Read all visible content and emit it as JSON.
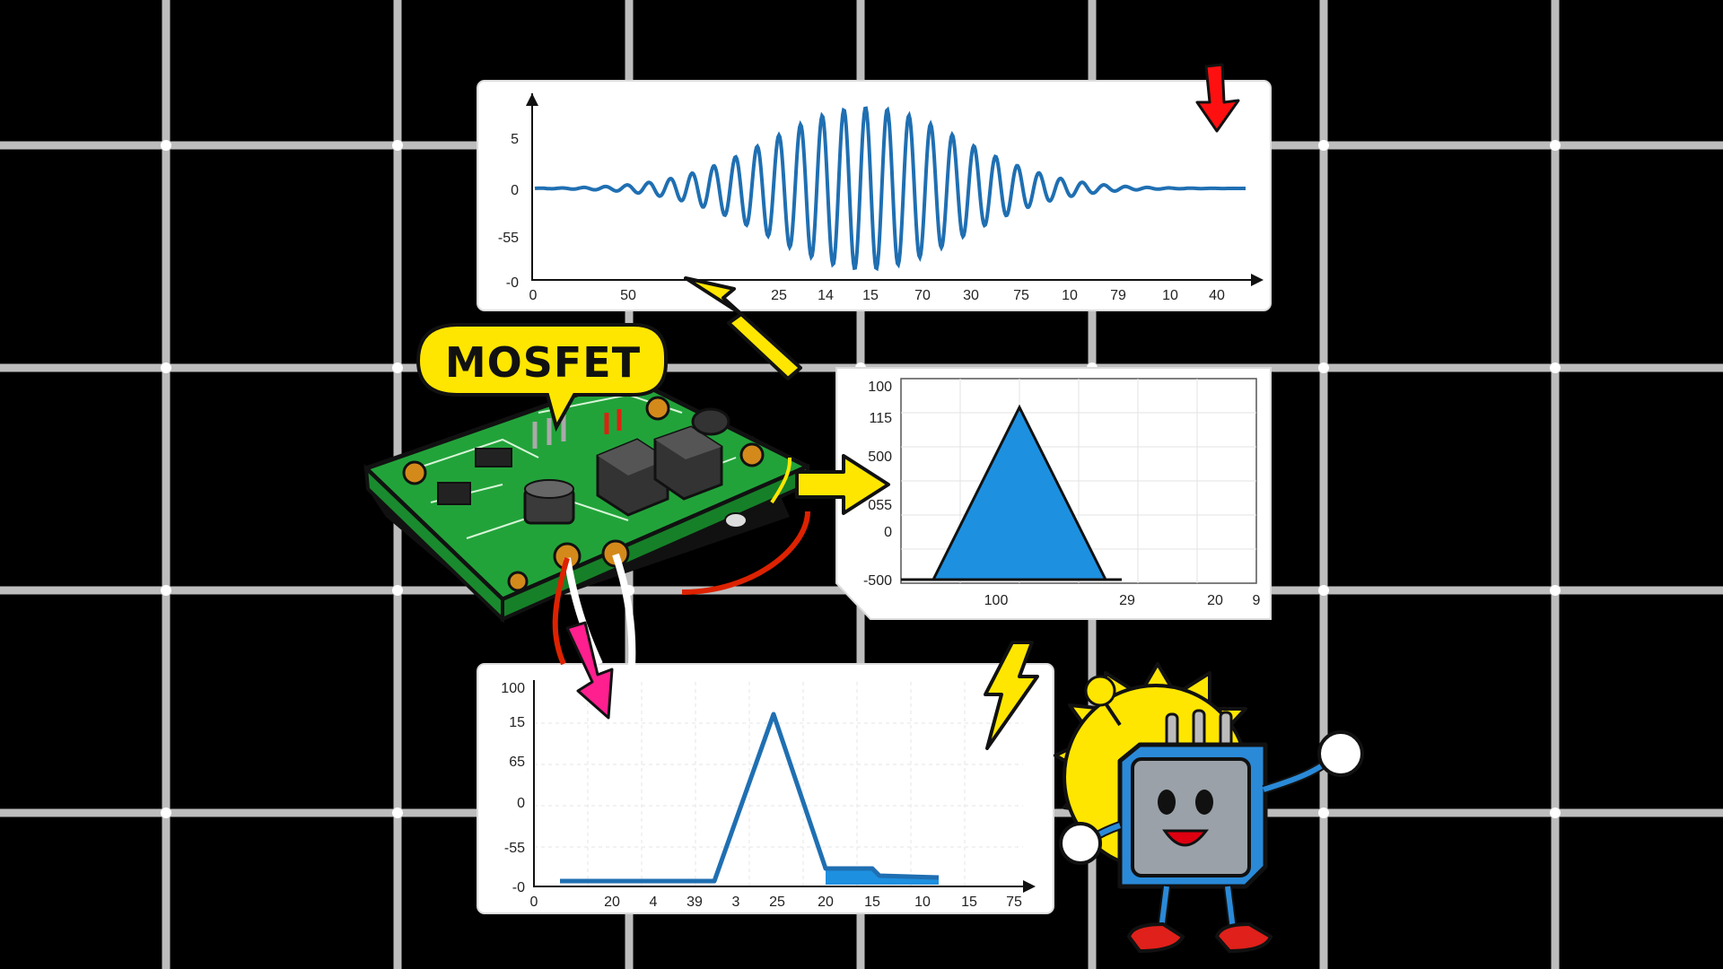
{
  "callout": {
    "label": "MOSFET"
  },
  "colors": {
    "background": "#000000",
    "grid": "#bdbdbd",
    "plot_line": "#1f6fb2",
    "plot_fill": "#1e90e0",
    "callout": "#ffe600",
    "pcb": "#22a33a",
    "arrow_yellow": "#ffe600",
    "arrow_pink": "#ff1f8e",
    "arrow_red": "#ff1010"
  },
  "icons": [
    "pcb-board-illustration",
    "lightning-bolt-icon",
    "happy-chip-mascot"
  ],
  "chart_data": [
    {
      "type": "line",
      "name_hint": "top-waveform",
      "y_ticks": [
        "5",
        "0",
        "-55",
        "-0"
      ],
      "x_ticks": [
        "0",
        "50",
        "25",
        "14",
        "15",
        "70",
        "30",
        "75",
        "10",
        "79",
        "10",
        "40"
      ],
      "amplitude_peak": 5,
      "ylim": [
        -5,
        5
      ]
    },
    {
      "type": "area",
      "name_hint": "middle-triangle",
      "y_ticks": [
        "100",
        "115",
        "500",
        "055",
        "0",
        "-500"
      ],
      "x_ticks": [
        "100",
        "29",
        "20",
        "9"
      ],
      "peak": 115,
      "ylim": [
        -500,
        115
      ]
    },
    {
      "type": "line",
      "name_hint": "bottom-pulse",
      "y_ticks": [
        "100",
        "15",
        "65",
        "0",
        "-55",
        "-0"
      ],
      "x_ticks": [
        "0",
        "20",
        "4",
        "39",
        "3",
        "25",
        "20",
        "15",
        "10",
        "15",
        "75"
      ],
      "peak": 15,
      "ylim": [
        0,
        15
      ]
    }
  ]
}
